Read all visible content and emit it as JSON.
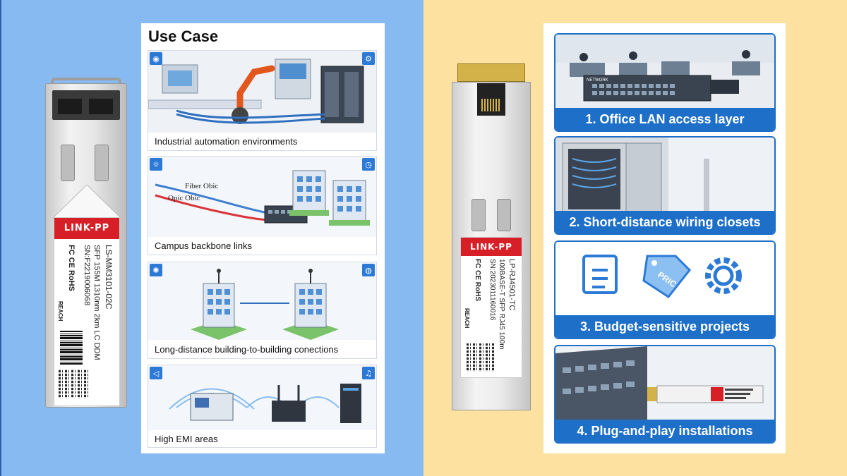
{
  "left_module": {
    "brand": "LINK-PP",
    "model": "LS-MM3101-02C",
    "spec": "SFP 155M 1310nm 2km LC DDM",
    "serial": "SN:F2219006068",
    "marks": "FC  CE  RoHS",
    "reach": "REACH"
  },
  "use_case": {
    "title": "Use Case",
    "items": [
      {
        "caption": "Industrial automation environments",
        "icon_left": "location-icon",
        "icon_right": "settings-icon"
      },
      {
        "caption": "Campus backbone links",
        "icon_left": "sun-icon",
        "icon_right": "clock-icon",
        "scene_label_1": "Fiber Obic",
        "scene_label_2": "Opic Obic"
      },
      {
        "caption": "Long-distance building-to-building conections",
        "icon_left": "gear-icon",
        "icon_right": "globe-icon"
      },
      {
        "caption": "High EMI areas",
        "icon_left": "speaker-icon",
        "icon_right": "bell-icon"
      }
    ]
  },
  "right_module": {
    "brand": "LINK-PP",
    "model": "LP-RJ4501-TC",
    "spec": "100BASE-T SFP RJ45 100m",
    "serial": "SN:2023011160016",
    "marks": "FC  CE  RoHS",
    "reach": "REACH"
  },
  "scenarios": {
    "items": [
      {
        "caption": "1. Office LAN access layer",
        "switch_brand": "NETWORK"
      },
      {
        "caption": "2. Short-distance wiring closets"
      },
      {
        "caption": "3. Budget-sensitive projects",
        "tag_text": "PRIC"
      },
      {
        "caption": "4. Plug-and-play installations"
      }
    ]
  },
  "colors": {
    "left_bg": "#86baf0",
    "right_bg": "#fde1a0",
    "accent_blue": "#1e6fc8",
    "brand_red": "#d61f26"
  }
}
